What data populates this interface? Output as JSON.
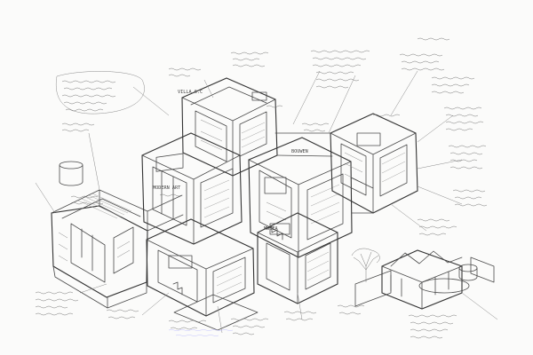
{
  "notes": {
    "villa": "VILLA 6.C",
    "bouwen": "BOUWEN",
    "modern_art": "MODERN ART",
    "musea": "MUSEA"
  },
  "colors": {
    "paper": "#fbfbfa",
    "ink": "#4a4a4a",
    "caption_ink": "#b9b9ff"
  }
}
